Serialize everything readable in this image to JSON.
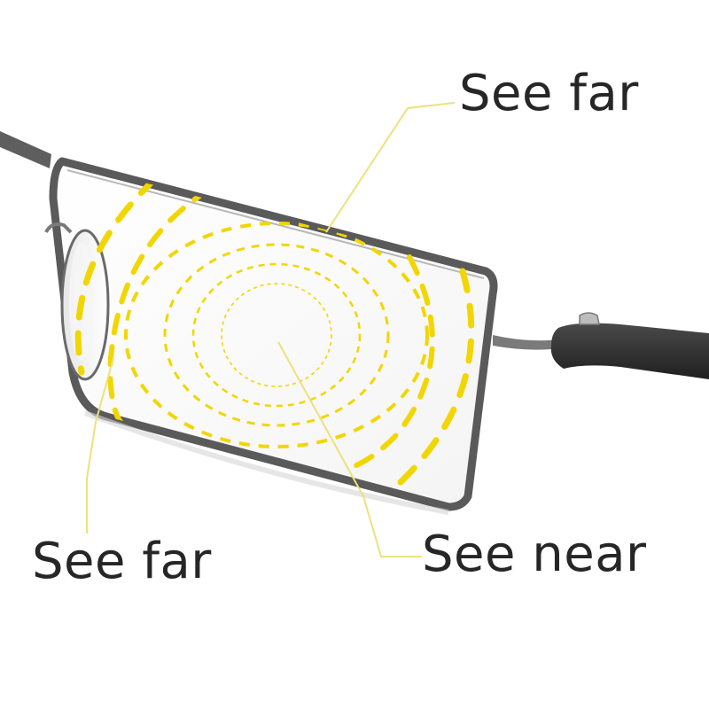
{
  "labels": {
    "top_far": "See far",
    "left_far": "See far",
    "near": "See near"
  },
  "colors": {
    "zone_dashes": "#f2d600",
    "leader_lines": "#ece27c",
    "frame": "#5a5a5a",
    "temple_tip": "#333333",
    "label_text": "#262626"
  }
}
